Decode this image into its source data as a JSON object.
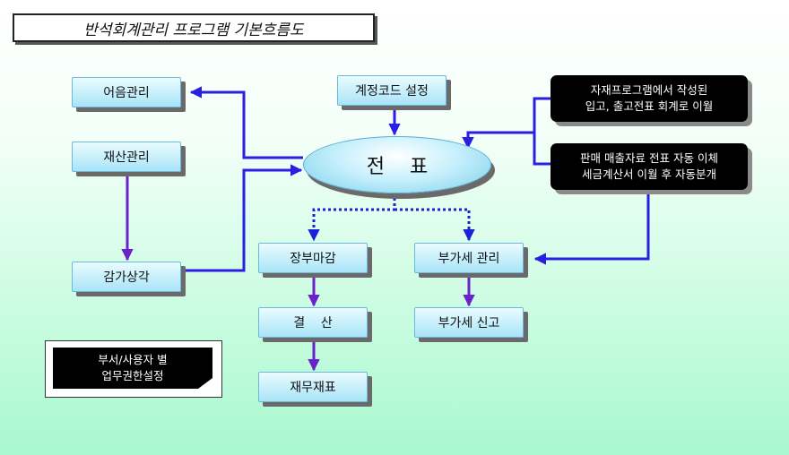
{
  "title": "반석회계관리 프로그램 기본흐름도",
  "nodes": {
    "bill": "어음관리",
    "asset": "재산관리",
    "depreciation": "감가상각",
    "account_code": "계정코드 설정",
    "voucher": "전    표",
    "ledger_close": "장부마감",
    "settlement": "결    산",
    "financial_statements": "재무재표",
    "vat_management": "부가세 관리",
    "vat_report": "부가세 신고"
  },
  "external": {
    "inventory_lines": [
      "자재프로그램에서 작성된",
      "입고, 출고전표 회계로 이월"
    ],
    "sales_lines": [
      "판매 매출자료 전표 자동 이체",
      "세금계산서 이월 후 자동분개"
    ]
  },
  "note": {
    "lines": [
      "부서/사용자 별",
      "업무권한설정"
    ]
  },
  "colors": {
    "arrow_solid": "#2a1ee0",
    "arrow_vertical": "#6a22cc",
    "arrow_dashed": "#1a22d8",
    "node_fill_top": "#eafcff",
    "node_fill_bottom": "#a8e4f8"
  }
}
